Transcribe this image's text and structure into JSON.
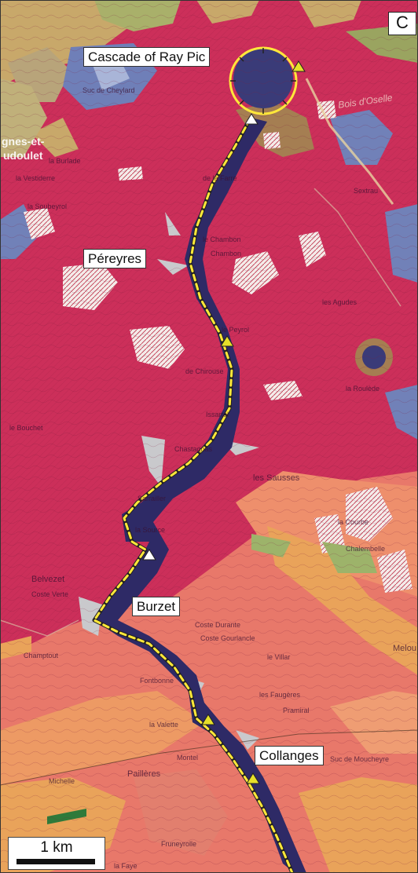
{
  "panel_label": "C",
  "place_labels": {
    "cascade": "Cascade of Ray Pic",
    "pereyres": "Péreyres",
    "burzet": "Burzet",
    "collanges": "Collanges"
  },
  "scale_bar": {
    "label": "1 km"
  },
  "map_text": {
    "gnes": "gnes-et-",
    "udoulet": "udoulet",
    "bois": "Bois d'Oselle",
    "la_farre": "de la Farre",
    "chambon": "Chambon",
    "le_peyrol": "le Peyrol",
    "chirouse": "de Chirouse",
    "chastagnas": "Chastagnas",
    "issartol": "Issartol",
    "le_bouchet": "le Bouchet",
    "les_sausses": "les Sausses",
    "sarrailler": "Sarrailler",
    "la_source": "la Source",
    "belvezet": "Belvezet",
    "coste_verte": "Coste Verte",
    "coste_durante": "Coste Durante",
    "coste_gourlancle": "Coste Gourlancle",
    "le_villar": "le Villar",
    "les_faugeres": "les Faugères",
    "pramiral": "Pramiral",
    "la_valette": "la Valette",
    "champtout": "Champtout",
    "fontbonne": "Fontbonne",
    "montel": "Montel",
    "michelle": "Michelle",
    "pailleres": "Paillères",
    "suc_de_mouchevre": "Suc de Moucheyre",
    "mellou": "Melou",
    "fruneyrolle": "Fruneyrolle",
    "les_agudes": "les Agudes",
    "la_roulede": "la Roulède",
    "la_courbe": "la Courbe",
    "chalembelle": "Chalembelle",
    "sextrau": "Sextrau",
    "suc_de_cheylard": "Suc de Cheylard",
    "la_burlade": "la Burlade",
    "la_vestiderre": "la Vestiderre",
    "la_soubeyrol": "la Soubeyrol",
    "le_chamba": "le Chambon",
    "la_faye": "la Faye"
  },
  "colors": {
    "basalt": "#cc2f5a",
    "granite": "#e9807a",
    "gneiss_orange": "#e9a35a",
    "volcanic_navy": "#3a3b78",
    "trachyte_blue": "#6f7fb8",
    "ochre": "#c8a86a",
    "olive": "#9db36a",
    "valley_dark": "#2e2a66",
    "trail_yellow": "#ffe83a",
    "trail_dark": "#222222"
  },
  "icons": [
    "waterfall-circle-icon",
    "yellow-triangle-icon",
    "white-triangle-icon"
  ]
}
